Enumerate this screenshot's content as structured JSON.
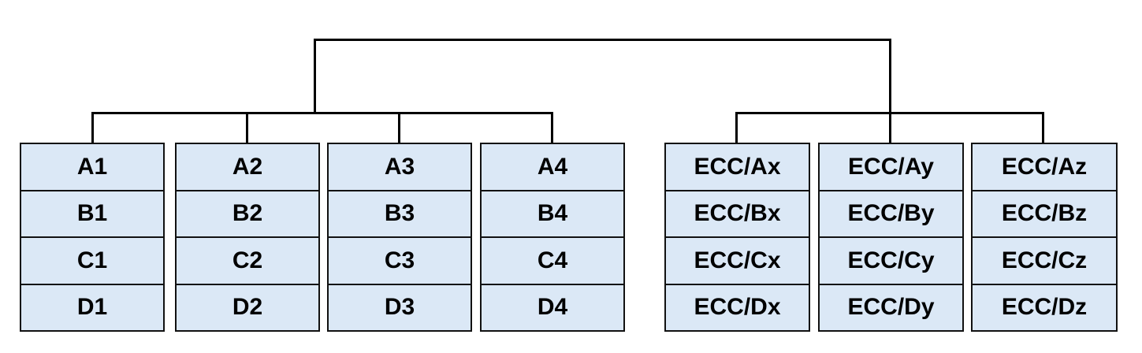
{
  "diagram": {
    "colors": {
      "canvas_bg": "#ffffff",
      "cell_fill": "#dbe8f6",
      "cell_border": "#111111",
      "connector": "#000000",
      "text": "#000000"
    },
    "left_group": {
      "tables": [
        {
          "cells": [
            "A1",
            "B1",
            "C1",
            "D1"
          ]
        },
        {
          "cells": [
            "A2",
            "B2",
            "C2",
            "D2"
          ]
        },
        {
          "cells": [
            "A3",
            "B3",
            "C3",
            "D3"
          ]
        },
        {
          "cells": [
            "A4",
            "B4",
            "C4",
            "D4"
          ]
        }
      ]
    },
    "right_group": {
      "tables": [
        {
          "cells": [
            "ECC/Ax",
            "ECC/Bx",
            "ECC/Cx",
            "ECC/Dx"
          ]
        },
        {
          "cells": [
            "ECC/Ay",
            "ECC/By",
            "ECC/Cy",
            "ECC/Dy"
          ]
        },
        {
          "cells": [
            "ECC/Az",
            "ECC/Bz",
            "ECC/Cz",
            "ECC/Dz"
          ]
        }
      ]
    }
  }
}
